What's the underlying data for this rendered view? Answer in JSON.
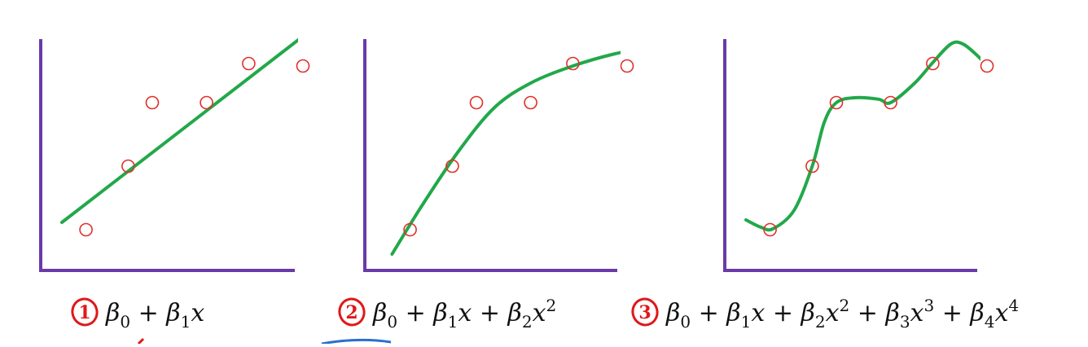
{
  "colors": {
    "axis": "#6a3aa8",
    "curve": "#22a84a",
    "point": "#e0302a",
    "annotation": "#e01818",
    "text": "#111111"
  },
  "panels": [
    {
      "id": "linear",
      "number_label": "1",
      "formula": {
        "terms": [
          {
            "base": "β",
            "sub": "0",
            "op": ""
          },
          {
            "base": "β",
            "sub": "1",
            "var": "x",
            "op": "+"
          }
        ]
      },
      "points": [
        [
          0.4,
          0.4
        ],
        [
          1.1,
          1.7
        ],
        [
          1.5,
          3.0
        ],
        [
          2.4,
          3.0
        ],
        [
          3.1,
          3.8
        ],
        [
          4.0,
          3.75
        ]
      ],
      "fit": [
        [
          0,
          0.55
        ],
        [
          4.15,
          4.5
        ]
      ]
    },
    {
      "id": "quadratic",
      "number_label": "2",
      "formula": {
        "terms": [
          {
            "base": "β",
            "sub": "0",
            "op": ""
          },
          {
            "base": "β",
            "sub": "1",
            "var": "x",
            "op": "+"
          },
          {
            "base": "β",
            "sub": "2",
            "var": "x",
            "sup": "2",
            "op": "+"
          }
        ]
      },
      "points": [
        [
          0.4,
          0.4
        ],
        [
          1.1,
          1.7
        ],
        [
          1.5,
          3.0
        ],
        [
          2.4,
          3.0
        ],
        [
          3.1,
          3.8
        ],
        [
          4.0,
          3.75
        ]
      ],
      "fit": [
        [
          0.1,
          -0.1
        ],
        [
          0.6,
          0.9
        ],
        [
          1.2,
          2.0
        ],
        [
          1.8,
          2.9
        ],
        [
          2.4,
          3.4
        ],
        [
          3.1,
          3.75
        ],
        [
          3.8,
          4.0
        ],
        [
          4.45,
          4.15
        ]
      ]
    },
    {
      "id": "quartic",
      "number_label": "3",
      "formula": {
        "terms": [
          {
            "base": "β",
            "sub": "0",
            "op": ""
          },
          {
            "base": "β",
            "sub": "1",
            "var": "x",
            "op": "+"
          },
          {
            "base": "β",
            "sub": "2",
            "var": "x",
            "sup": "2",
            "op": "+"
          },
          {
            "base": "β",
            "sub": "3",
            "var": "x",
            "sup": "3",
            "op": "+"
          },
          {
            "base": "β",
            "sub": "4",
            "var": "x",
            "sup": "4",
            "op": "+"
          }
        ]
      },
      "points": [
        [
          0.4,
          0.4
        ],
        [
          1.1,
          1.7
        ],
        [
          1.5,
          3.0
        ],
        [
          2.4,
          3.0
        ],
        [
          3.1,
          3.8
        ],
        [
          4.0,
          3.75
        ]
      ],
      "fit": [
        [
          0,
          0.6
        ],
        [
          0.25,
          0.45
        ],
        [
          0.45,
          0.42
        ],
        [
          0.8,
          0.8
        ],
        [
          1.1,
          1.7
        ],
        [
          1.3,
          2.6
        ],
        [
          1.5,
          3.0
        ],
        [
          1.8,
          3.1
        ],
        [
          2.2,
          3.07
        ],
        [
          2.4,
          3.0
        ],
        [
          2.8,
          3.4
        ],
        [
          3.1,
          3.82
        ],
        [
          3.4,
          4.2
        ],
        [
          3.6,
          4.2
        ],
        [
          3.85,
          3.95
        ],
        [
          4.0,
          3.75
        ]
      ]
    }
  ]
}
